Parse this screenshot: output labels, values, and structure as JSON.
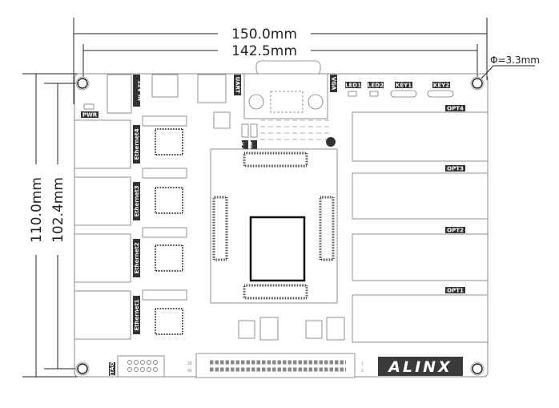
{
  "dimensions": {
    "board_width": "150.0mm",
    "hole_spacing_x": "142.5mm",
    "board_height": "110.0mm",
    "hole_spacing_y": "102.4mm",
    "hole_diameter": "Φ=3.3mm"
  },
  "labels": {
    "pwr": "PWR",
    "power_in": "12V IN",
    "uart": "UART",
    "vga": "VGA",
    "led1": "LED1",
    "led2": "LED2",
    "key1": "KEY1",
    "key2": "KEY2",
    "tx": "TX",
    "rx": "RX",
    "jtag": "JTAG",
    "ethernet": [
      "Ethernet4",
      "Ethernet3",
      "Ethernet2",
      "Ethernet1"
    ],
    "opt": [
      "OPT4",
      "OPT3",
      "OPT2",
      "OPT1"
    ],
    "header_pins": [
      "39",
      "40",
      "1",
      "2"
    ]
  },
  "logo": "ALINX",
  "colors": {
    "line": "#222222",
    "outline": "#888888",
    "label_bg": "#333333",
    "background": "#ffffff"
  }
}
